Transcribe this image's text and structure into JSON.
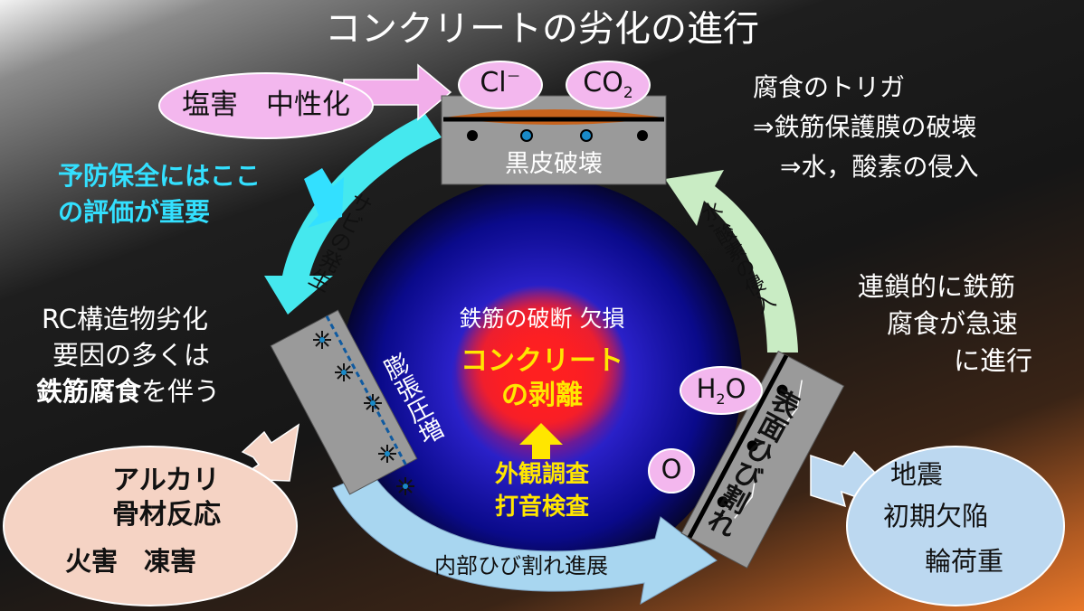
{
  "title": "コンクリートの劣化の進行",
  "top_cause": "塩害　中性化",
  "ions": {
    "chloride": "Cl",
    "chloride_charge": "－",
    "co2": "CO",
    "co2_sub": "2"
  },
  "stage_top": "黒皮破壊",
  "stage_left": "膨張圧増",
  "stage_right": "表面ひび割れ",
  "arc_left": "サビの発生",
  "arc_right": "水,酸素の侵入",
  "arc_bottom": "内部ひび割れ進展",
  "trigger": [
    "腐食のトリガ",
    "⇒鉄筋保護膜の破壊",
    "⇒水，酸素の侵入"
  ],
  "preventive": [
    "予防保全にはここ",
    "の評価が重要"
  ],
  "rc": {
    "line1": "RC構造物劣化",
    "line2": "要因の多くは",
    "line3_bold": "鉄筋腐食",
    "line3_rest": "を伴う"
  },
  "chain": [
    "連鎖的に鉄筋",
    "腐食が急速",
    "に進行"
  ],
  "center": {
    "line1": "鉄筋の破断  欠損",
    "spall1": "コンクリート",
    "spall2": "の剥離"
  },
  "inspect": [
    "外観調査",
    "打音検査"
  ],
  "alkali": [
    "アルカリ",
    "骨材反応"
  ],
  "fire": "火害　凍害",
  "quake": [
    "地震",
    "初期欠陥",
    "輪荷重"
  ],
  "water": {
    "h": "H",
    "sub": "2",
    "o": "O"
  },
  "oxygen": "O",
  "colors": {
    "pink_bubble": "#f3b7ee",
    "peach_bubble": "#f5d3c4",
    "blue_bubble": "#bcd8f0",
    "arrow_cyan": "#45e8ee",
    "arrow_green": "#c9ecc4",
    "arrow_lightblue": "#a8d6f0",
    "arrow_pink": "#f2aeea",
    "highlight_yellow": "#ffe600",
    "preventive_cyan": "#33e0ff",
    "slab_gray": "#9a9a9a",
    "rust_orange": "#c8631c"
  }
}
